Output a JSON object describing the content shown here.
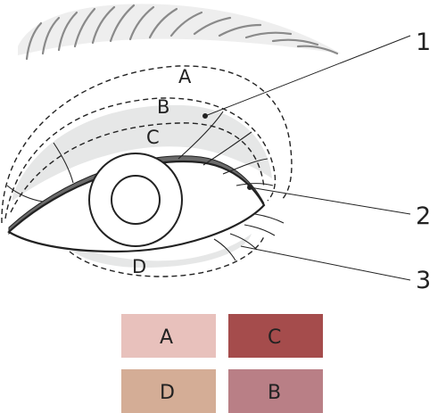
{
  "zones": {
    "a": "A",
    "b": "B",
    "c": "C",
    "d": "D"
  },
  "callouts": {
    "one": "1",
    "two": "2",
    "three": "3"
  },
  "swatches": [
    {
      "label": "A",
      "color": "#e8c1bc"
    },
    {
      "label": "C",
      "color": "#a54c4c"
    },
    {
      "label": "D",
      "color": "#d4ad96"
    },
    {
      "label": "B",
      "color": "#b97f86"
    }
  ],
  "colors": {
    "line": "#222222",
    "shadow": "#e7e8e8",
    "brow": "#8a8a8a"
  }
}
